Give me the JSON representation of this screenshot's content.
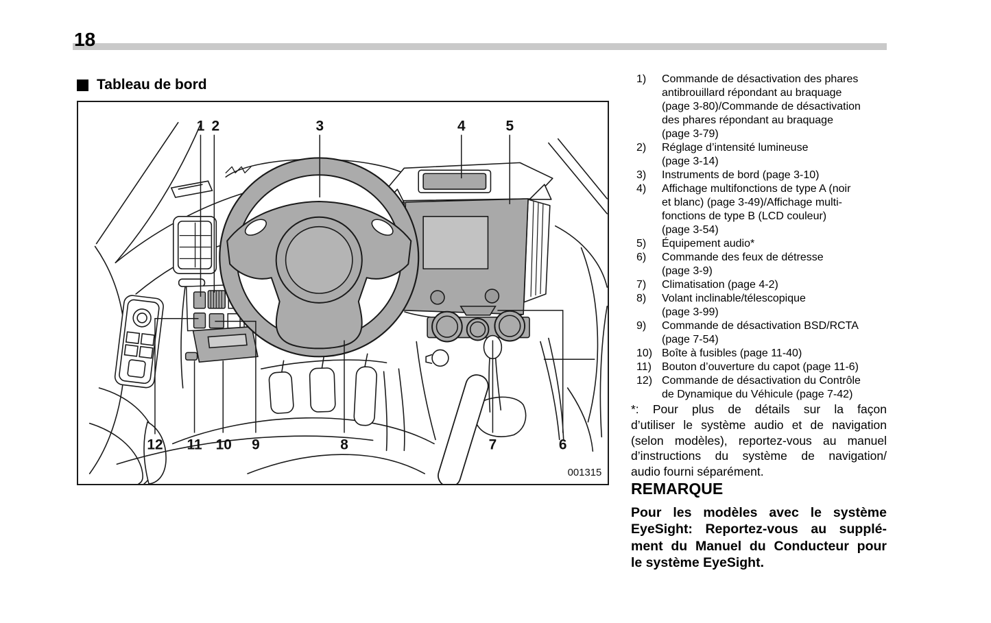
{
  "page": {
    "number": "18"
  },
  "section": {
    "title": "Tableau de bord"
  },
  "figure": {
    "code": "001315",
    "callouts": {
      "c1": "1",
      "c2": "2",
      "c3": "3",
      "c4": "4",
      "c5": "5",
      "c6": "6",
      "c7": "7",
      "c8": "8",
      "c9": "9",
      "c10": "10",
      "c11": "11",
      "c12": "12"
    }
  },
  "legend": {
    "items": [
      {
        "num": "1)",
        "lines": [
          "Commande de désactivation des phares",
          "antibrouillard répondant au braquage",
          "(page 3-80)/Commande de désactivation",
          "des phares répondant au braquage",
          "(page 3-79)"
        ]
      },
      {
        "num": "2)",
        "lines": [
          "Réglage d’intensité lumineuse",
          "(page 3-14)"
        ]
      },
      {
        "num": "3)",
        "lines": [
          "Instruments de bord (page 3-10)"
        ]
      },
      {
        "num": "4)",
        "lines": [
          "Affichage multifonctions de type A (noir",
          "et blanc) (page 3-49)/Affichage multi-",
          "fonctions de type B (LCD couleur)",
          "(page 3-54)"
        ]
      },
      {
        "num": "5)",
        "lines": [
          "Équipement audio*"
        ]
      },
      {
        "num": "6)",
        "lines": [
          "Commande des feux de détresse",
          "(page 3-9)"
        ]
      },
      {
        "num": "7)",
        "lines": [
          "Climatisation (page 4-2)"
        ]
      },
      {
        "num": "8)",
        "lines": [
          "Volant inclinable/télescopique",
          "(page 3-99)"
        ]
      },
      {
        "num": "9)",
        "lines": [
          "Commande de désactivation BSD/RCTA",
          "(page 7-54)"
        ]
      },
      {
        "num": "10)",
        "lines": [
          "Boîte à fusibles (page 11-40)"
        ]
      },
      {
        "num": "11)",
        "lines": [
          "Bouton d’ouverture du capot (page 11-6)"
        ]
      },
      {
        "num": "12)",
        "lines": [
          "Commande de désactivation du Contrôle",
          "de Dynamique du Véhicule (page 7-42)"
        ]
      }
    ]
  },
  "footnote": {
    "lines": [
      "*: Pour plus de détails sur la façon",
      "d’utiliser le système audio et de navigation",
      "(selon modèles), reportez-vous au manuel",
      "d’instructions du système de navigation/",
      "audio fourni séparément."
    ]
  },
  "note": {
    "title": "REMARQUE",
    "lines": [
      "Pour les modèles avec le système",
      "EyeSight: Reportez-vous au supplé-",
      "ment du Manuel du Conducteur pour",
      "le système EyeSight."
    ]
  },
  "colors": {
    "line": "#1a1a1a",
    "component_gray": "#ababab",
    "screen_gray": "#c2c2c2",
    "header_bar_gray": "#c9c9c9"
  }
}
